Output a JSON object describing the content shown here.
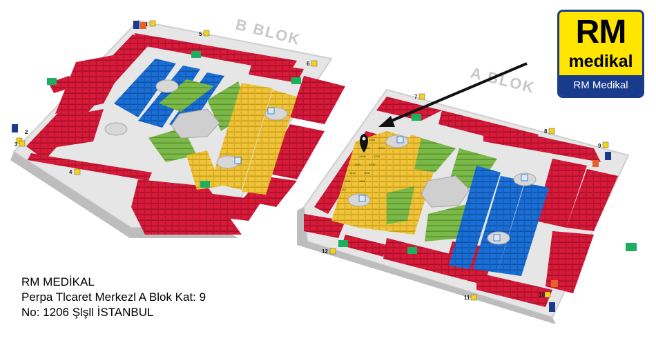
{
  "block_labels": {
    "b": "B BLOK",
    "a": "A BLOK"
  },
  "logo": {
    "big": "RM",
    "small": "medikal",
    "band": "RM Medikal"
  },
  "address": {
    "line1": "RM MEDİKAL",
    "line2": "Perpa Tlcaret Merkezl A Blok Kat: 9",
    "line3": "No: 1206 Şlşll İSTANBUL"
  },
  "stairs": [
    "1",
    "2",
    "3",
    "4",
    "5",
    "6",
    "7",
    "8",
    "9",
    "10",
    "11",
    "12"
  ],
  "unit_labels": [
    "1206",
    "1207",
    "1208",
    "1209",
    "1210",
    "1211",
    "1212",
    "1205",
    "1204",
    "1203",
    "1202",
    "1201"
  ],
  "colors": {
    "red": "#d71a3a",
    "blue": "#1a6fd6",
    "yellow": "#efc43a",
    "green": "#7ab848",
    "hub": "#bfbfbf",
    "floor": "#e4e4e4",
    "arrow": "#111111",
    "pin": "#111111"
  },
  "icons": [
    "elevator-icon",
    "restroom-icon",
    "fire-exit-icon",
    "location-pin-icon",
    "arrow-pointer-icon"
  ]
}
